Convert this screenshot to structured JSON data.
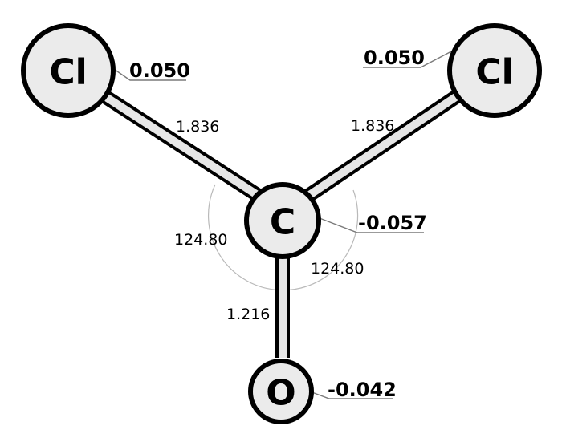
{
  "atoms": {
    "cl_left": {
      "symbol": "Cl",
      "charge": "0.050"
    },
    "cl_right": {
      "symbol": "Cl",
      "charge": "0.050"
    },
    "carbon": {
      "symbol": "C",
      "charge": "-0.057"
    },
    "oxygen": {
      "symbol": "O",
      "charge": "-0.042"
    }
  },
  "bonds": {
    "c_cl_left": "1.836",
    "c_cl_right": "1.836",
    "c_o": "1.216"
  },
  "angles": {
    "cl_c_o_left": "124.80",
    "cl_c_o_right": "124.80"
  },
  "colors": {
    "atom_fill": "#ebebeb",
    "bond_fill": "#e6e6e6",
    "outline": "#000000",
    "leader": "#7a7a7a",
    "arc": "#b9b9b9"
  }
}
